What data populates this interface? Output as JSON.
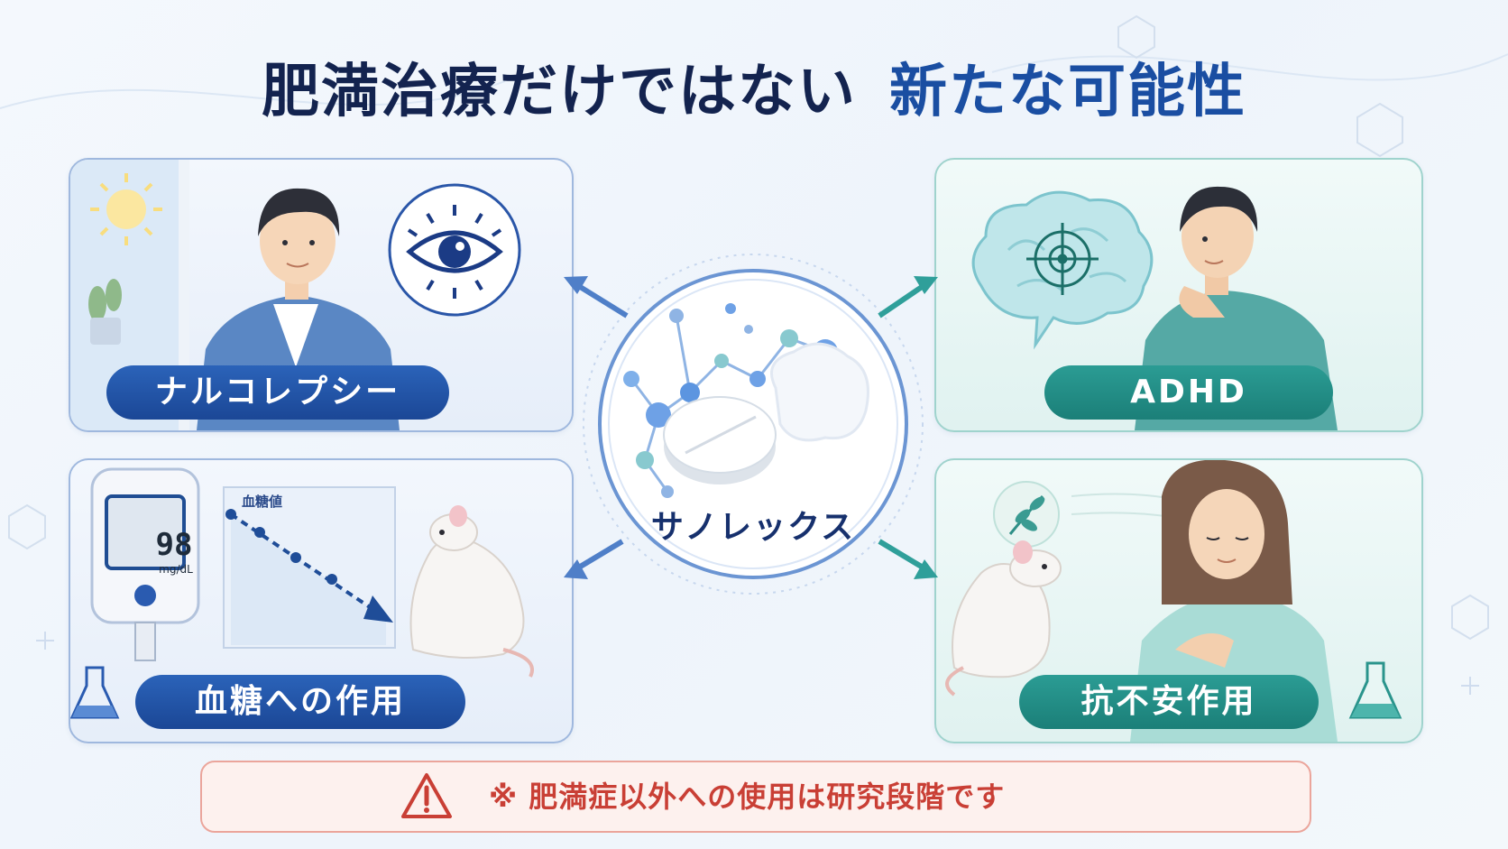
{
  "title": {
    "part1": "肥満治療だけではない",
    "part2": "新たな可能性"
  },
  "center": {
    "drug_name": "サノレックス"
  },
  "panels": {
    "narcolepsy": {
      "label": "ナルコレプシー"
    },
    "adhd": {
      "label": "ADHD"
    },
    "glucose": {
      "label": "血糖への作用",
      "chart_title": "血糖値",
      "meter_value": "98",
      "meter_unit": "mg/dL"
    },
    "anxiety": {
      "label": "抗不安作用"
    }
  },
  "warning": {
    "text": "※ 肥満症以外への使用は研究段階です"
  },
  "colors": {
    "navy": "#13234f",
    "blue_accent": "#1a4ea2",
    "teal_accent": "#1b7f78",
    "warning_red": "#c93f35"
  }
}
